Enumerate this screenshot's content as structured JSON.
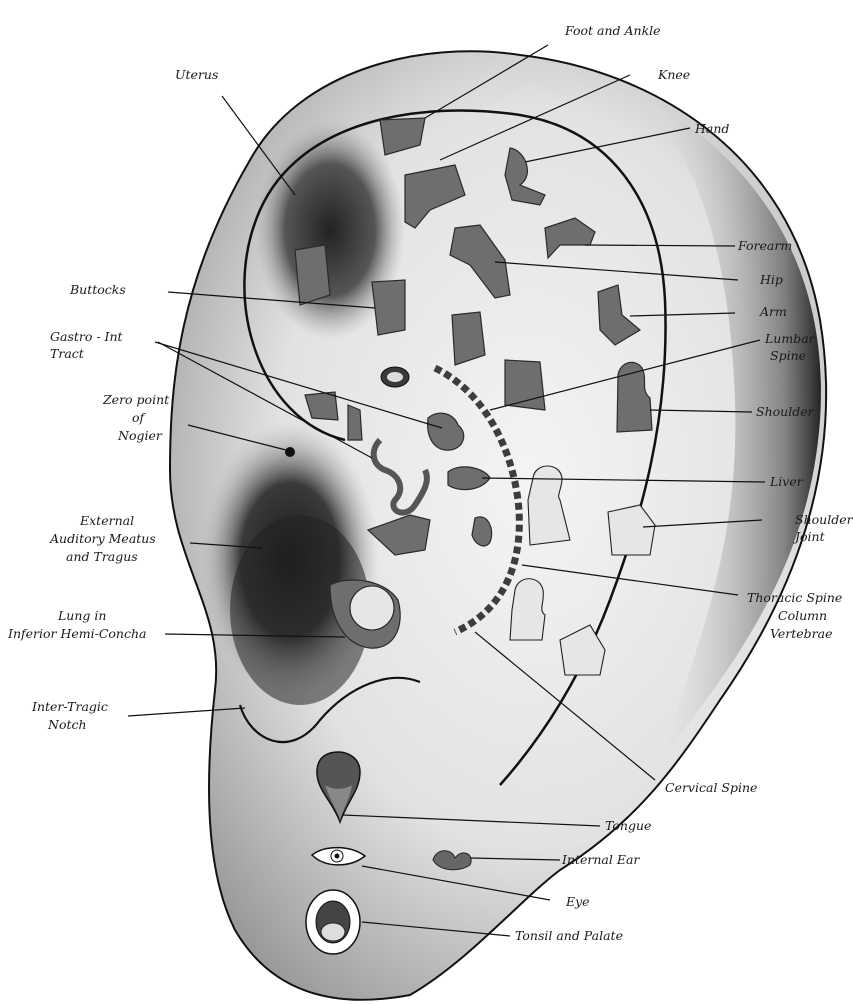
{
  "labels": {
    "foot_ankle": "Foot and Ankle",
    "knee": "Knee",
    "hand": "Hand",
    "uterus": "Uterus",
    "forearm": "Forearm",
    "hip": "Hip",
    "arm": "Arm",
    "buttocks": "Buttocks",
    "lumbar_spine": [
      "Lumbar",
      "Spine"
    ],
    "gastro": [
      "Gastro - Int",
      "Tract"
    ],
    "shoulder": "Shoulder",
    "zero_point": [
      "Zero point",
      "of",
      "Nogier"
    ],
    "liver": "Liver",
    "external_auditory": [
      "External",
      "Auditory Meatus",
      "and Tragus"
    ],
    "shoulder_joint": [
      "Shoulder",
      "Joint"
    ],
    "thoracic_spine": [
      "Thoracic Spine",
      "Column",
      "Vertebrae"
    ],
    "lung": [
      "Lung in",
      "Inferior Hemi-Concha"
    ],
    "inter_tragic": [
      "Inter-Tragic",
      "Notch"
    ],
    "cervical_spine": "Cervical Spine",
    "tongue": "Tongue",
    "internal_ear": "Internal Ear",
    "eye": "Eye",
    "tonsil_palate": "Tonsil and Palate"
  }
}
